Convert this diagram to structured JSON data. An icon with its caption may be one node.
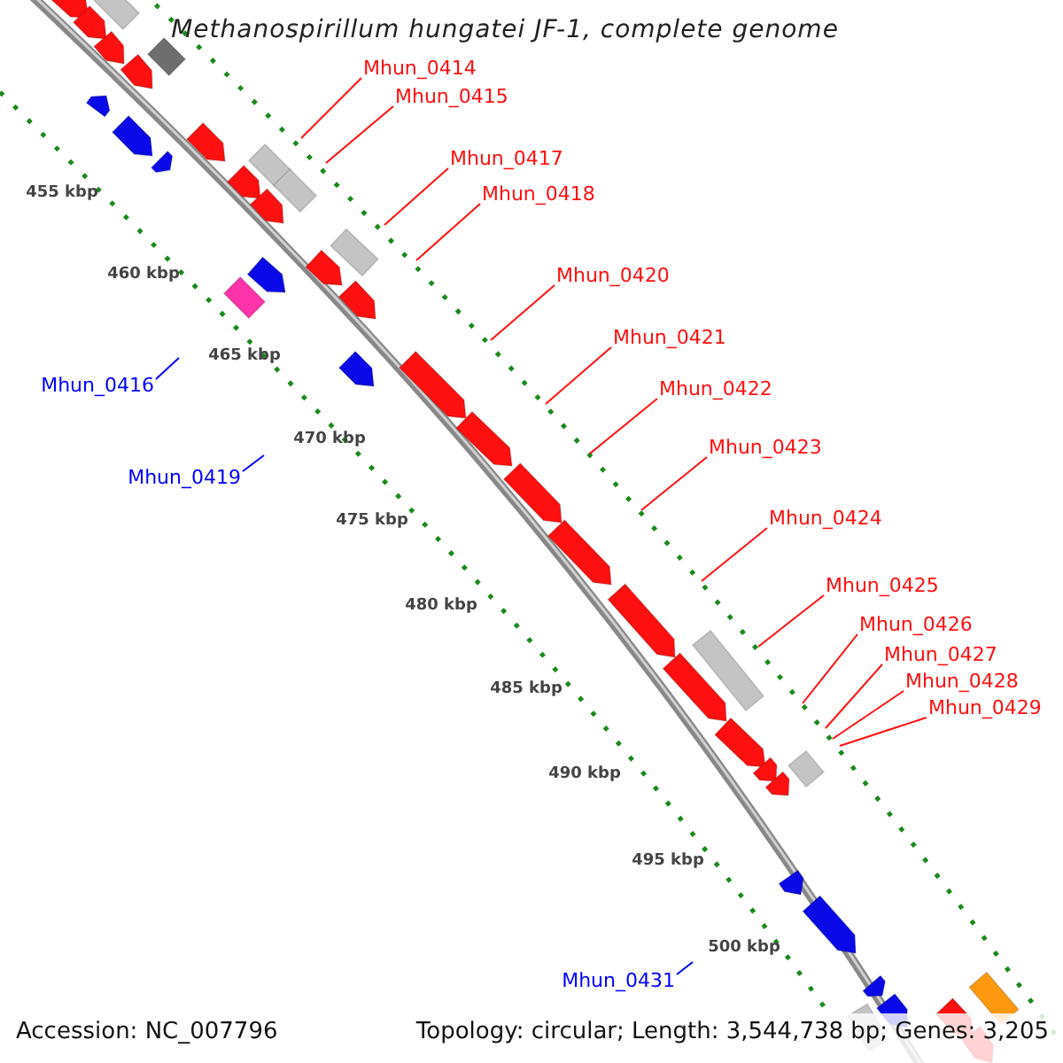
{
  "diagram": {
    "title": "Methanospirillum hungatei JF-1, complete genome",
    "nodes": [
      {
        "text": [
          "Mhun_0414"
        ]
      },
      {
        "text": [
          "Mhun_0415"
        ]
      },
      {
        "text": [
          "Mhun_0417"
        ]
      },
      {
        "text": [
          "Mhun_0418"
        ]
      },
      {
        "text": [
          "Mhun_0420"
        ]
      },
      {
        "text": [
          "Mhun_0421"
        ]
      },
      {
        "text": [
          "Mhun_0416"
        ]
      },
      {
        "text": [
          "Mhun_0422"
        ]
      },
      {
        "text": [
          "Mhun_0423"
        ]
      },
      {
        "text": [
          "Mhun_0419"
        ]
      },
      {
        "text": [
          "Mhun_0424"
        ]
      },
      {
        "text": [
          "Mhun_0425"
        ]
      },
      {
        "text": [
          "Mhun_0426"
        ]
      },
      {
        "text": [
          "Mhun_0427"
        ]
      },
      {
        "text": [
          "Mhun_0428"
        ]
      },
      {
        "text": [
          "Mhun_0429"
        ]
      },
      {
        "text": [
          "Mhun_0431"
        ]
      }
    ],
    "edges": [
      {
        "from": 0,
        "to": null,
        "arrow": "none"
      },
      {
        "from": 1,
        "to": null,
        "arrow": "none"
      },
      {
        "from": 2,
        "to": null,
        "arrow": "none"
      },
      {
        "from": 3,
        "to": null,
        "arrow": "none"
      },
      {
        "from": 4,
        "to": null,
        "arrow": "none"
      },
      {
        "from": 5,
        "to": null,
        "arrow": "none"
      },
      {
        "from": 6,
        "to": null,
        "arrow": "none",
        "color": "#0000ff"
      },
      {
        "from": 7,
        "to": null,
        "arrow": "none"
      },
      {
        "from": 8,
        "to": null,
        "arrow": "none"
      },
      {
        "from": 9,
        "to": null,
        "arrow": "none",
        "color": "#0000ff"
      },
      {
        "from": 10,
        "to": null,
        "arrow": "none"
      },
      {
        "from": 11,
        "to": null,
        "arrow": "none"
      },
      {
        "from": 12,
        "to": null,
        "arrow": "none"
      },
      {
        "from": 13,
        "to": null,
        "arrow": "none"
      },
      {
        "from": 14,
        "to": null,
        "arrow": "none"
      },
      {
        "from": 15,
        "to": null,
        "arrow": "none"
      },
      {
        "from": 16,
        "to": null,
        "arrow": "none",
        "color": "#0000ff"
      }
    ],
    "labels": [
      "455 kbp",
      "460 kbp",
      "465 kbp",
      "470 kbp",
      "475 kbp",
      "480 kbp",
      "485 kbp",
      "490 kbp",
      "495 kbp",
      "500 kbp",
      "Accession: NC_007796",
      "Topology: circular; Length: 3,544,738 bp; Genes: 3,205"
    ]
  }
}
